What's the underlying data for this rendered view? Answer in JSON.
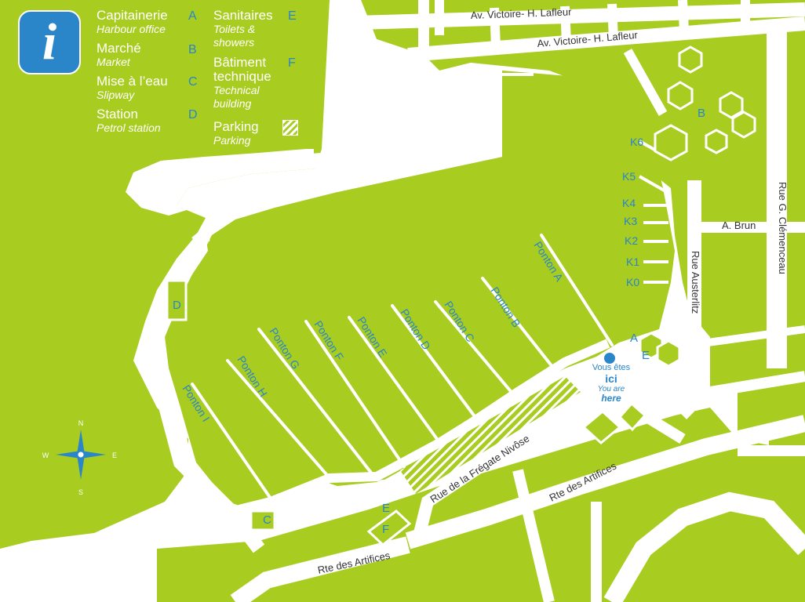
{
  "colors": {
    "land": "#a8cc1f",
    "water": "#ffffff",
    "accent": "#2a86c8",
    "road_text": "#333333"
  },
  "info_icon": {
    "glyph": "i",
    "icon": "info-icon"
  },
  "legend": [
    {
      "fr": "Capitainerie",
      "en": "Harbour office",
      "letter": "A"
    },
    {
      "fr": "Marché",
      "en": "Market",
      "letter": "B"
    },
    {
      "fr": "Mise à l’eau",
      "en": "Slipway",
      "letter": "C"
    },
    {
      "fr": "Station",
      "en": "Petrol station",
      "letter": "D"
    },
    {
      "fr": "Sanitaires",
      "en": "Toilets & showers",
      "letter": "E"
    },
    {
      "fr": "Bâtiment technique",
      "en": "Technical building",
      "letter": "F"
    },
    {
      "fr": "Parking",
      "en": "Parking",
      "letter": ""
    }
  ],
  "streets": {
    "victoire_top": "Av. Victoire- H. Lafleur",
    "victoire": "Av. Victoire- H. Lafleur",
    "brun": "A. Brun",
    "clemenceau": "Rue G. Clémenceau",
    "austerlitz": "Rue Austerlitz",
    "fregate": "Rue de la Frégate Nivôse",
    "artifices_right": "Rte des Artifices",
    "artifices_left": "Rte des Artifices"
  },
  "pontoons": [
    "Ponton A",
    "Ponton B",
    "Ponton C",
    "Ponton D",
    "Ponton E",
    "Ponton F",
    "Ponton G",
    "Ponton H",
    "Ponton I"
  ],
  "k_berths": [
    "K6",
    "K5",
    "K4",
    "K3",
    "K2",
    "K1",
    "K0"
  ],
  "map_letters": {
    "A": "A",
    "B": "B",
    "C": "C",
    "D": "D",
    "E_top": "E",
    "E_bottom": "E",
    "F": "F"
  },
  "you_are_here": {
    "fr": "Vous êtes",
    "fr_bold": "ici",
    "en": "You are",
    "en_bold": "here"
  },
  "compass": {
    "n": "N",
    "s": "S",
    "e": "E",
    "w": "W"
  }
}
